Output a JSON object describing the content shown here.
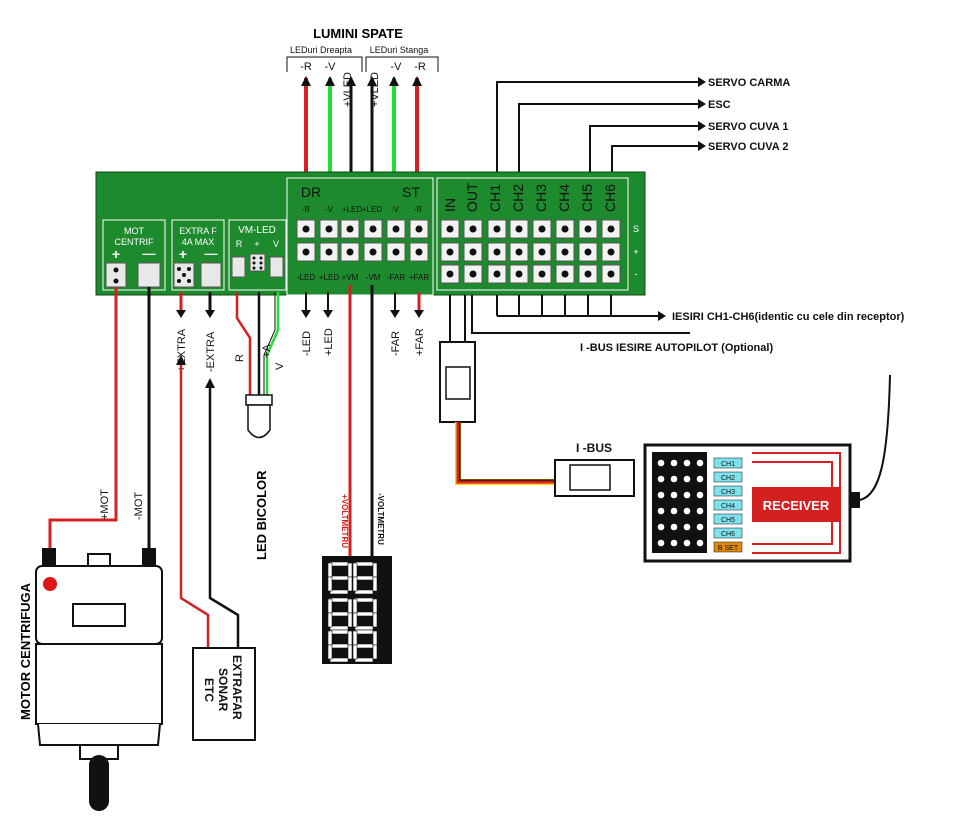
{
  "title": "LUMINI SPATE",
  "sub_right": "LEDuri Dreapta",
  "sub_left": "LEDuri Stanga",
  "right_pins": [
    "-R",
    "-V",
    "+VLED"
  ],
  "left_pins": [
    "+VLED",
    "-V",
    "-R"
  ],
  "servo": {
    "carma": "SERVO CARMA",
    "esc": "ESC",
    "cuva1": "SERVO CUVA 1",
    "cuva2": "SERVO CUVA 2"
  },
  "board": {
    "mot_label1": "MOT",
    "mot_label2": "CENTRIF",
    "extra_label1": "EXTRA F",
    "extra_label2": "4A MAX",
    "vm_led": "VM-LED",
    "vm_pins": [
      "R",
      "+",
      "V"
    ],
    "plus": "+",
    "minus": "—",
    "dr": "DR",
    "st": "ST",
    "top_pins": [
      "-R",
      "-V",
      "+LED",
      "+LED",
      "-V",
      "-R"
    ],
    "bottom_pins": [
      "-LED",
      "+LED",
      "+VM",
      "-VM",
      "-FAR",
      "+FAR"
    ],
    "channels": [
      "IN",
      "OUT",
      "CH1",
      "CH2",
      "CH3",
      "CH4",
      "CH5",
      "CH6"
    ],
    "s": "S",
    "p": "+",
    "n": "-"
  },
  "outputs_label": "IESIRI CH1-CH6(identic cu cele din receptor)",
  "ibus_autopilot": "I -BUS IESIRE AUTOPILOT (Optional)",
  "ibus": "I -BUS",
  "receiver": {
    "title": "RECEIVER",
    "channels": [
      "CH1",
      "CH2",
      "CH3",
      "CH4",
      "CH5",
      "CH6"
    ],
    "bind": "B SET"
  },
  "wires": {
    "plus_mot": "+MOT",
    "minus_mot": "-MOT",
    "plus_extra": "+EXTRA",
    "minus_extra": "-EXTRA",
    "r": "R",
    "plus_a": "+A",
    "v": "V",
    "minus_led": "-LED",
    "plus_led": "+LED",
    "minus_far": "-FAR",
    "plus_far": "+FAR",
    "plus_voltmetru": "+VOLTMETRU",
    "minus_voltmetru": "-VOLTMETRU"
  },
  "led_bicolor": "LED BICOLOR",
  "motor": "MOTOR CENTRIFUGA",
  "extrafar": [
    "EXTRAFAR",
    "SONAR",
    "ETC"
  ],
  "colors": {
    "board": "#1e8a2e",
    "red": "#d42020",
    "green": "#22dd33",
    "black": "#111111",
    "yellow": "#f3d400",
    "cyan": "#7fe3ef",
    "orange": "#e08a10"
  }
}
